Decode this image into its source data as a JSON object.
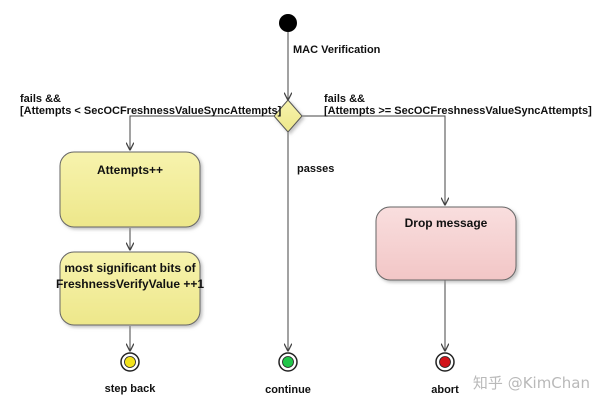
{
  "diagram": {
    "start_label": "MAC Verification",
    "branch_left_line1": "fails &&",
    "branch_left_line2": "[Attempts < SecOCFreshnessValueSyncAttempts]",
    "branch_right_line1": "fails &&",
    "branch_right_line2": "[Attempts >= SecOCFreshnessValueSyncAttempts]",
    "branch_pass": "passes",
    "action_attempts": "Attempts++",
    "action_msb_line1": "most significant bits of",
    "action_msb_line2": "FreshnessVerifyValue ++1",
    "action_drop": "Drop message",
    "end_step_back": "step back",
    "end_continue": "continue",
    "end_abort": "abort"
  },
  "watermark": "知乎 @KimChan",
  "colors": {
    "action_fill": "#f2ee9a",
    "drop_fill": "#f4cfcf",
    "decision_fill": "#f5f19c",
    "end_step_back": "#f2e21c",
    "end_continue": "#22c64a",
    "end_abort": "#d2131a"
  }
}
